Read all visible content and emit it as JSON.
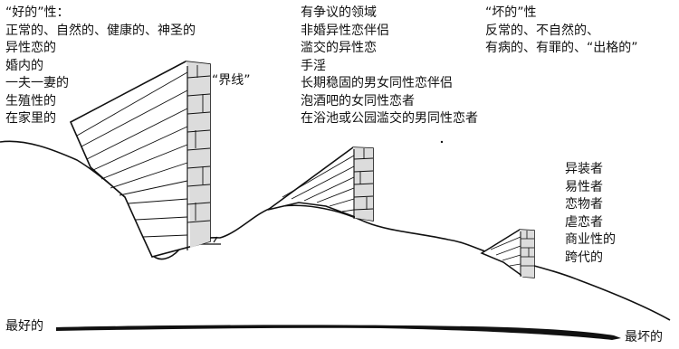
{
  "good": {
    "heading": "“好的”性：",
    "items": [
      "正常的、自然的、健康的、神圣的",
      "异性恋的",
      "婚内的",
      "一夫一妻的",
      "生殖性的",
      "在家里的"
    ]
  },
  "boundary_label": "“界线”",
  "middle": {
    "items": [
      "有争议的领域",
      "非婚异性恋伴侣",
      "滥交的异性恋",
      "手淫",
      "长期稳固的男女同性恋伴侣",
      "泡酒吧的女同性恋者",
      "在浴池或公园滥交的男同性恋者"
    ]
  },
  "bad": {
    "heading": "“坏的”性",
    "items": [
      "反常的、不自然的、",
      "有病的、有罪的、“出格的”"
    ]
  },
  "lowest": {
    "items": [
      "异装者",
      "易性者",
      "恋物者",
      "虐恋者",
      "商业性的",
      "跨代的"
    ]
  },
  "scale": {
    "left_label": "最好的",
    "right_label": "最坏的"
  },
  "colors": {
    "ink": "#111111",
    "paper": "#ffffff"
  }
}
